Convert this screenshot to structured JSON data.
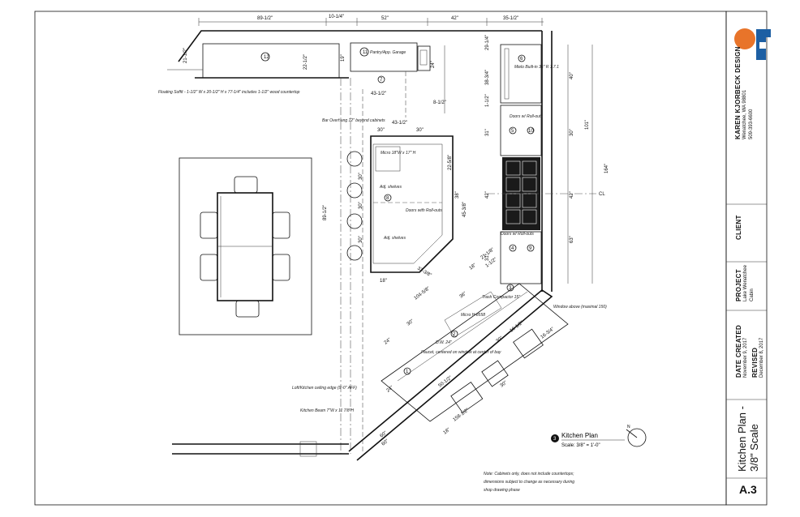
{
  "title_block": {
    "company": "KAREN KJORBECK DESIGN",
    "company_city": "Wenatchee, WA 98801",
    "company_phone": "509-393-6600",
    "client_label": "CLIENT",
    "project_label": "PROJECT",
    "project_name": "Lake Wenatchee",
    "project_sub": "Cabin",
    "date_created_label": "DATE CREATED",
    "date_created": "November 9, 2017",
    "revised_label": "REVISED",
    "revised": "December 8, 2017",
    "sheet_title": "Kitchen Plan - 3/8\" Scale",
    "sheet_number": "A.3",
    "logo_colors": {
      "orange": "#e8742a",
      "blue": "#1d5fa3"
    }
  },
  "drawing": {
    "plan_title": "Kitchen Plan",
    "plan_number": "3",
    "plan_scale": "Scale: 3/8\" = 1'-0\"",
    "north_label": "N",
    "note": [
      "Note: Cabinets only, does not include countertops;",
      "dimensions subject to change as necessary during",
      "shop drawing phase"
    ],
    "dims_top": [
      "89-1/2\"",
      "10-1/4\"",
      "52\"",
      "42\"",
      "35-1/2\""
    ],
    "dims_misc": [
      "21-1/2\"",
      "22-1/2\"",
      "19\"",
      "24\"",
      "43-1/2\"",
      "8-1/2\"",
      "43-1/2\"",
      "30\"",
      "30\"",
      "29-1/4\"",
      "38-3/4\"",
      "1-1/2\"",
      "31\"",
      "42\"",
      "31\"",
      "40\"",
      "101\"",
      "164\"",
      "30\"",
      "63\"",
      "42\"",
      "CL",
      "22-5/8\"",
      "38\"",
      "45-3/8\"",
      "89-1/2\"",
      "30\"",
      "30\"",
      "30\"",
      "18\"",
      "33-3/8\"",
      "104-5/8\"",
      "36\"",
      "18\"",
      "21-1/8\"",
      "1-1/2\"",
      "16-3/4\"",
      "24\"",
      "30\"",
      "16-1/2\"",
      "30\"",
      "24\"",
      "30\"",
      "50-1/2\"",
      "60\"",
      "158-1/2\"",
      "18\"",
      "60\""
    ],
    "callouts": [
      "1",
      "2",
      "3",
      "4",
      "5",
      "6",
      "7",
      "8",
      "9",
      "10",
      "11",
      "12"
    ],
    "labels": {
      "pantry": "Pantry/App. Garage",
      "soffit": "Floating Soffit - 1-1/2\" W x 20-1/2\" H x 77-1/4\" includes 1-1/2\" wood countertop",
      "bar": "Bar Overhang 12\" beyond cabinets",
      "micro": "Micro 18\"W x 17\" H",
      "adj1": "Adj. shelves",
      "adj2": "Adj. shelves",
      "doors_island": "Doors with Roll-outs",
      "doors_r1": "Doors w/ Roll-outs",
      "doors_r2": "Doors w/ Roll-outs",
      "fridge": "Mielo Built-in 36\" R 1.7.1",
      "trash": "Trash Compactor 15\"",
      "sink_micro": "Micro H-8558",
      "dw": "D.W. 24\"",
      "faucet": "Faucet, centered on window at center of bay",
      "window": "Window above (maximal 150)",
      "ceiling": "Loft/Kitchen ceiling edge (9'-0\" AFF)",
      "beam": "Kitchen Beam 7\"W x 11 7/8\"H"
    }
  }
}
